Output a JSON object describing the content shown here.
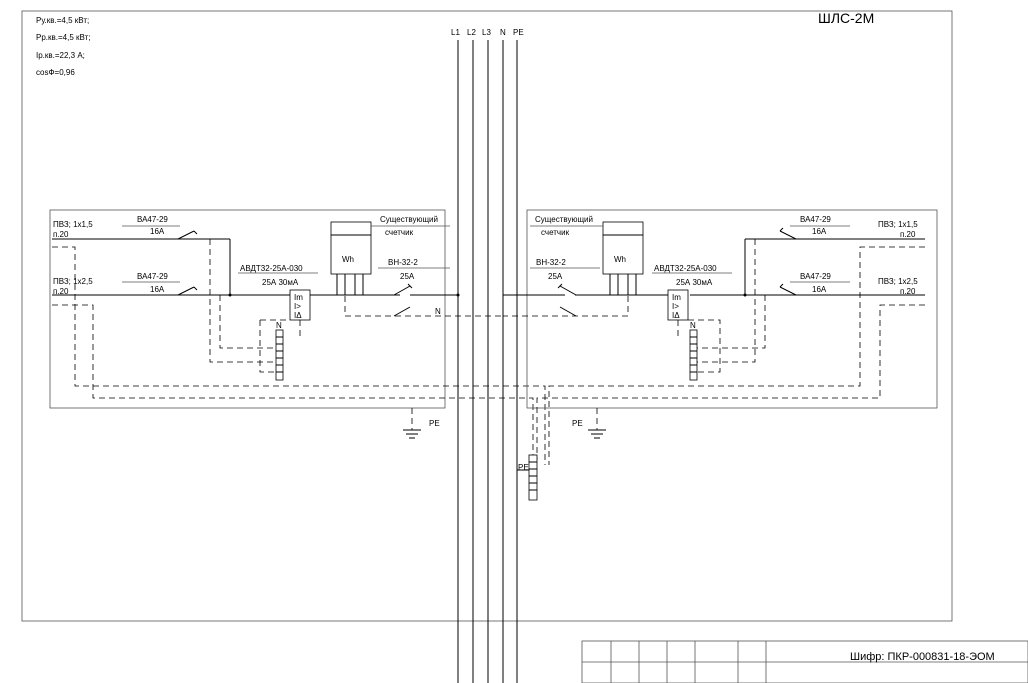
{
  "title": "ШЛС-2М",
  "params": {
    "p_inst": "Ру.кв.=4,5 кВт;",
    "p_calc": "Рр.кв.=4,5 кВт;",
    "i_calc": "Iр.кв.=22,3 А;",
    "cos": "cosФ=0,96"
  },
  "buses": [
    "L1",
    "L2",
    "L3",
    "N",
    "PE"
  ],
  "cable_1": "ПВЗ; 1x1,5",
  "cable_2": "ПВЗ; 1x2,5",
  "cable_sub": "п.20",
  "breaker": "ВА47-29",
  "breaker_rating": "16А",
  "rcd": "АВДТ32-25А-030",
  "rcd_rating": "25А 30мА",
  "switch": "ВН-32-2",
  "switch_rating": "25А",
  "meter_note_1": "Существующий",
  "meter_note_2": "счетчик",
  "meter_symbol": "Wh",
  "rcd_symbols": [
    "Im",
    "I>",
    "IΔ"
  ],
  "n_label": "N",
  "pe_label": "PE",
  "stamp": {
    "code": "Шифр: ПКР-000831-18-ЭОМ"
  }
}
